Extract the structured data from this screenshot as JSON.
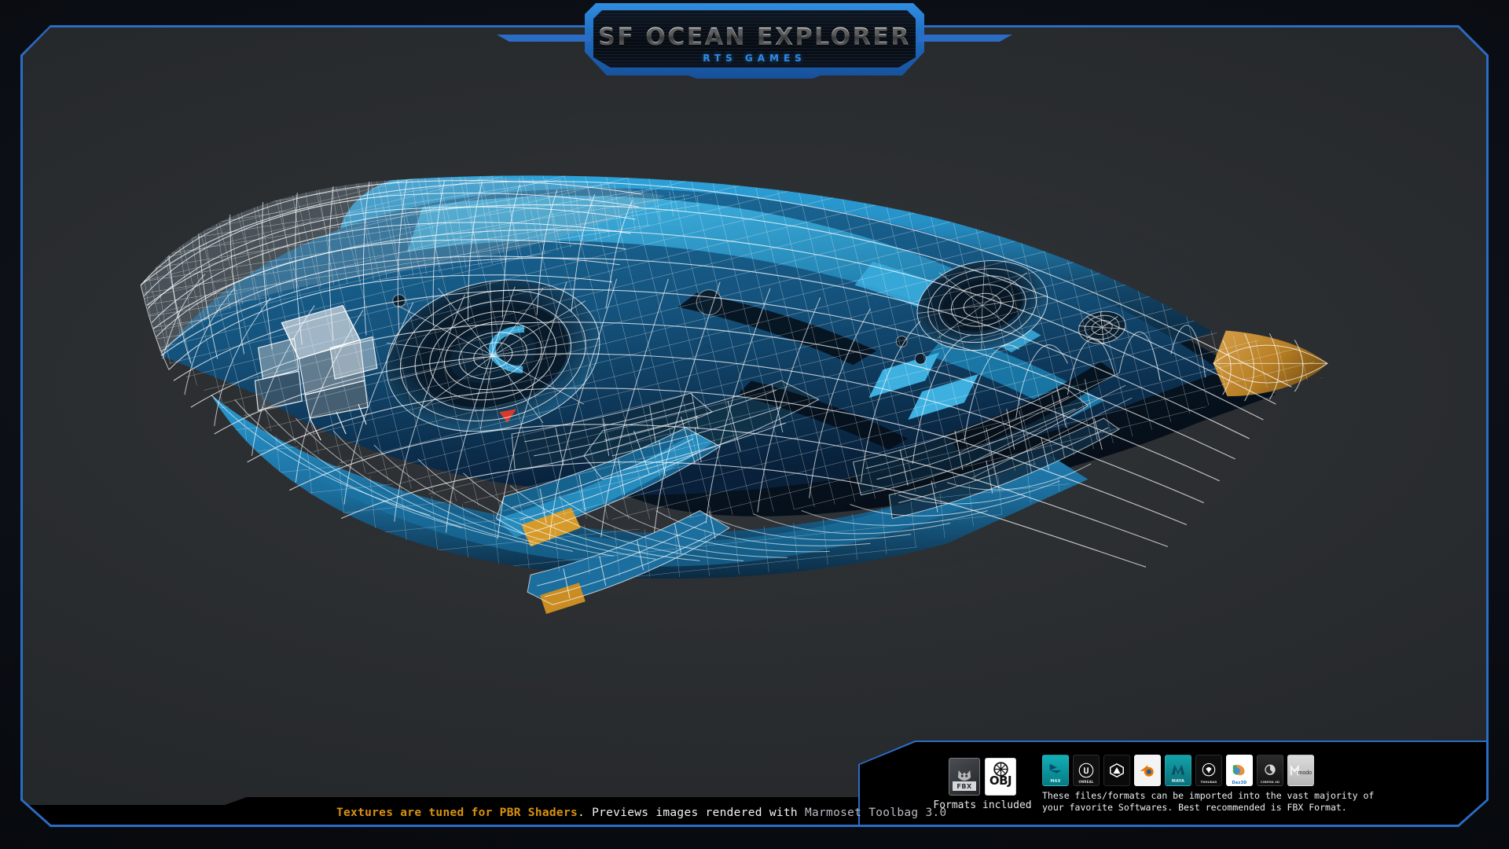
{
  "page": {
    "background_color": "#0b0e14",
    "frame_accent_color": "#2b6cc4",
    "panel_color": "#2e3033"
  },
  "banner": {
    "title": "SF OCEAN EXPLORER",
    "subtitle": "RTS GAMES",
    "accent_color": "#2f8ae6"
  },
  "viewport": {
    "label": "sf-ocean-explorer-wireframe-render",
    "model_name": "SF Ocean Explorer",
    "render_mode": "Wireframe over shaded",
    "wire_color": "#ffffff",
    "hull_primary_color": "#2a9fd6",
    "hull_secondary_color": "#16405f",
    "hull_dark_color": "#0b1c2e",
    "nose_accent_color": "#c98a2e",
    "marker_color": "#d63a2a"
  },
  "footer": {
    "note_accent_1": "Textures are tuned for PBR Shaders",
    "note_mid": ". Previews images rendered with ",
    "note_accent_2": "Marmoset Toolbag 3.0",
    "accent_color": "#d9920f",
    "formats": {
      "label": "Formats included",
      "items": [
        {
          "name": "FBX",
          "icon": "fbx-file-icon",
          "badge": "FBX"
        },
        {
          "name": "OBJ",
          "icon": "obj-file-icon",
          "badge": "OBJ"
        }
      ]
    },
    "softwares": {
      "description_line_1": "These files/formats can be imported into the vast majority of",
      "description_line_2": "your favorite Softwares. Best recommended is FBX Format.",
      "items": [
        {
          "name": "3ds Max",
          "short": "MAX",
          "icon": "3dsmax-icon",
          "bg": "#0d9ba1",
          "fg": "#0e4f72"
        },
        {
          "name": "Unreal Engine",
          "short": "UNREAL",
          "icon": "unreal-icon",
          "bg": "#101010",
          "fg": "#ffffff"
        },
        {
          "name": "Unity",
          "short": "",
          "icon": "unity-icon",
          "bg": "#0a0a0a",
          "fg": "#ffffff"
        },
        {
          "name": "Blender",
          "short": "",
          "icon": "blender-icon",
          "bg": "#f2f2f2",
          "fg": "#ea7600"
        },
        {
          "name": "Maya",
          "short": "MAYA",
          "icon": "maya-icon",
          "bg": "#0c8f96",
          "fg": "#10485f"
        },
        {
          "name": "Marmoset Toolbag",
          "short": "TOOLBAG",
          "icon": "marmoset-icon",
          "bg": "#0e0e0e",
          "fg": "#ffffff"
        },
        {
          "name": "Daz 3D",
          "short": "Daz3D",
          "icon": "daz3d-icon",
          "bg": "#ffffff",
          "fg": "#1b74c4"
        },
        {
          "name": "Cinema 4D",
          "short": "CINEMA 4D",
          "icon": "cinema4d-icon",
          "bg": "#1b1b1b",
          "fg": "#ffffff"
        },
        {
          "name": "Modo",
          "short": "modo",
          "icon": "modo-icon",
          "bg": "#c9c9c9",
          "fg": "#2a2a2a"
        }
      ]
    }
  }
}
